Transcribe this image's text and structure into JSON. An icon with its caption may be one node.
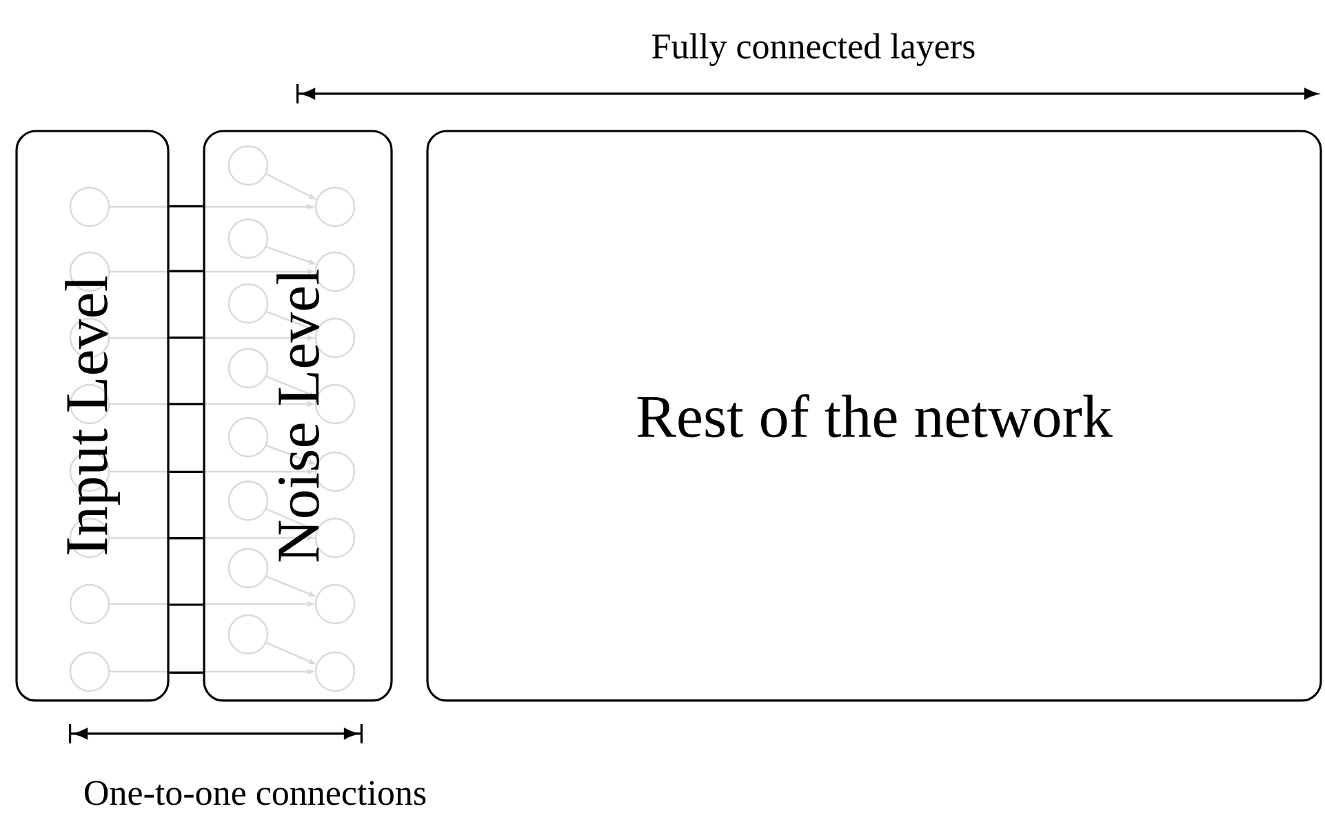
{
  "diagram": {
    "nodes": [
      {
        "text": [
          "Input Level"
        ]
      },
      {
        "text": [
          "Noise Level"
        ]
      },
      {
        "text": [
          "Rest of the network"
        ]
      }
    ],
    "edges": [
      {
        "from": 0,
        "to": 1,
        "arrow": "none"
      },
      {
        "from": 0,
        "to": 1,
        "arrow": "none"
      },
      {
        "from": 0,
        "to": 1,
        "arrow": "none"
      },
      {
        "from": 0,
        "to": 1,
        "arrow": "none"
      },
      {
        "from": 0,
        "to": 1,
        "arrow": "none"
      },
      {
        "from": 0,
        "to": 1,
        "arrow": "none"
      },
      {
        "from": 0,
        "to": 1,
        "arrow": "none"
      },
      {
        "from": 0,
        "to": 1,
        "arrow": "none"
      }
    ],
    "labels": [
      "Fully connected layers",
      "One-to-one connections"
    ]
  }
}
